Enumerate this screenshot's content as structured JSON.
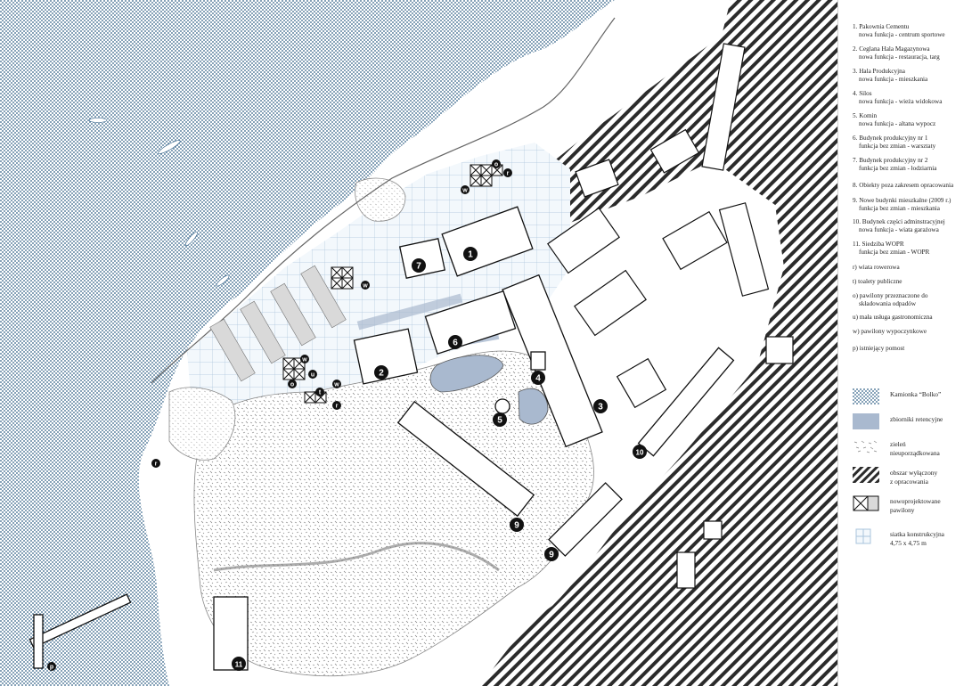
{
  "legend": {
    "items": [
      {
        "line1": "1. Pakownia Cementu",
        "line2": "nowa funkcja - centrum sportowe"
      },
      {
        "line1": "2. Ceglana Hala Magazynowa",
        "line2": "nowa funkcja - restauracja, targ"
      },
      {
        "line1": "3. Hala Produkcyjna",
        "line2": "nowa funkcja - mieszkania"
      },
      {
        "line1": "4. Silos",
        "line2": "nowa funkcja - wieża widokowa"
      },
      {
        "line1": "5. Komin",
        "line2": "nowa funkcja - altana wypocz"
      },
      {
        "line1": "6. Budynek produkcyjny nr 1",
        "line2": "funkcja bez zmian - warsztaty"
      },
      {
        "line1": "7. Budynek produkcyjny nr 2",
        "line2": "funkcja bez zmian - łodziarnia"
      },
      {
        "line1": "8. Obiekty poza zakresem opracowania",
        "line2": ""
      },
      {
        "line1": "9. Nowe budynki mieszkalne (2009 r.)",
        "line2": "funkcja bez zmian - mieszkania"
      },
      {
        "line1": "10. Budynek części adminstracyjnej",
        "line2": "nowa funkcja - wiata garażowa"
      },
      {
        "line1": "11. Siedziba WOPR",
        "line2": "funkcja bez zmian - WOPR"
      },
      {
        "line1": "r)  wiata rowerowa",
        "line2": ""
      },
      {
        "line1": "t)  toalety publiczne",
        "line2": ""
      },
      {
        "line1": "o)  pawilony przeznaczone do",
        "line2": "składowania odpadów"
      },
      {
        "line1": "u)  mała usługa gastronomiczna",
        "line2": ""
      },
      {
        "line1": "w)  pawilony wypoczynkowe",
        "line2": ""
      },
      {
        "line1": "p)  istniejący pomost",
        "line2": ""
      }
    ],
    "symbols": [
      {
        "icon": "dotted-blue",
        "line1": "Kamionka “Bolko”",
        "line2": ""
      },
      {
        "icon": "solid-blue",
        "line1": "zbiorniki retencyjne",
        "line2": ""
      },
      {
        "icon": "greenery",
        "line1": "zieleń",
        "line2": "nieuporządkowana"
      },
      {
        "icon": "hatched",
        "line1": "obszar wyłączony",
        "line2": "z opracowania"
      },
      {
        "icon": "pavilion",
        "line1": "nowoprojektowane",
        "line2": "pawilony"
      },
      {
        "icon": "grid",
        "line1": "siatka konstrukcyjna",
        "line2": "4,75 x 4,75 m"
      }
    ]
  },
  "map": {
    "colors": {
      "water": "#2f5f86",
      "retention": "#a9b9cf",
      "grid": "#aac4dc",
      "hatch": "#2b2b2b"
    },
    "building_numbers": [
      "1",
      "2",
      "3",
      "4",
      "5",
      "6",
      "7",
      "9",
      "9",
      "10",
      "11"
    ],
    "small_markers": [
      "o",
      "r",
      "w",
      "w",
      "w",
      "o",
      "u",
      "t",
      "w",
      "r",
      "r",
      "p"
    ]
  }
}
